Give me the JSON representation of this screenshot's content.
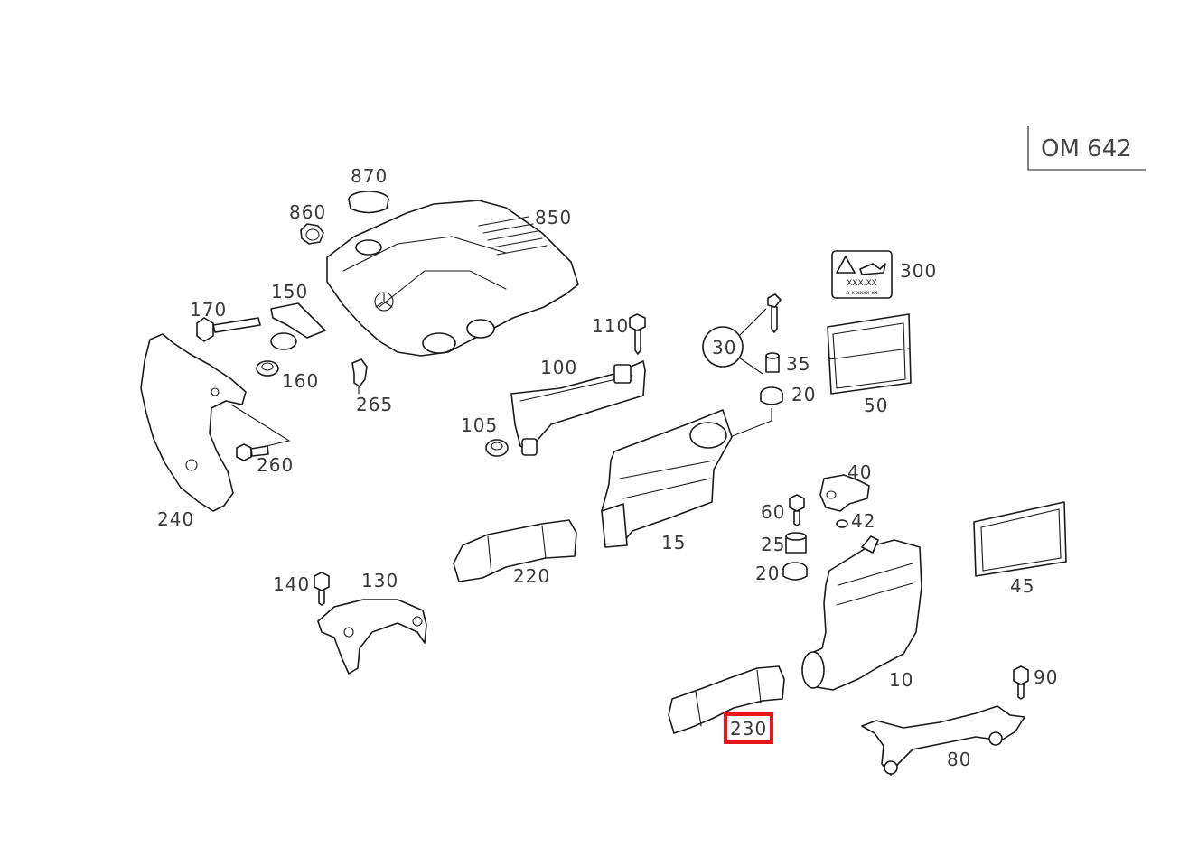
{
  "engine_code": "OM 642",
  "highlighted_part": "230",
  "highlight_color": "#e8161b",
  "warning_label": {
    "line1": "XXX.XX",
    "line2": "a-x-xxxx-xx"
  },
  "parts": [
    {
      "id": "p870",
      "label": "870"
    },
    {
      "id": "p860",
      "label": "860"
    },
    {
      "id": "p850",
      "label": "850"
    },
    {
      "id": "p170",
      "label": "170"
    },
    {
      "id": "p150",
      "label": "150"
    },
    {
      "id": "p160",
      "label": "160"
    },
    {
      "id": "p265",
      "label": "265"
    },
    {
      "id": "p240",
      "label": "240"
    },
    {
      "id": "p260",
      "label": "260"
    },
    {
      "id": "p300",
      "label": "300"
    },
    {
      "id": "p110",
      "label": "110"
    },
    {
      "id": "p100",
      "label": "100"
    },
    {
      "id": "p30",
      "label": "30"
    },
    {
      "id": "p35",
      "label": "35"
    },
    {
      "id": "p20a",
      "label": "20"
    },
    {
      "id": "p50",
      "label": "50"
    },
    {
      "id": "p105",
      "label": "105"
    },
    {
      "id": "p15",
      "label": "15"
    },
    {
      "id": "p40",
      "label": "40"
    },
    {
      "id": "p60",
      "label": "60"
    },
    {
      "id": "p42",
      "label": "42"
    },
    {
      "id": "p25",
      "label": "25"
    },
    {
      "id": "p20b",
      "label": "20"
    },
    {
      "id": "p45",
      "label": "45"
    },
    {
      "id": "p220",
      "label": "220"
    },
    {
      "id": "p140",
      "label": "140"
    },
    {
      "id": "p130",
      "label": "130"
    },
    {
      "id": "p10",
      "label": "10"
    },
    {
      "id": "p90",
      "label": "90"
    },
    {
      "id": "p80",
      "label": "80"
    },
    {
      "id": "p230",
      "label": "230"
    }
  ]
}
